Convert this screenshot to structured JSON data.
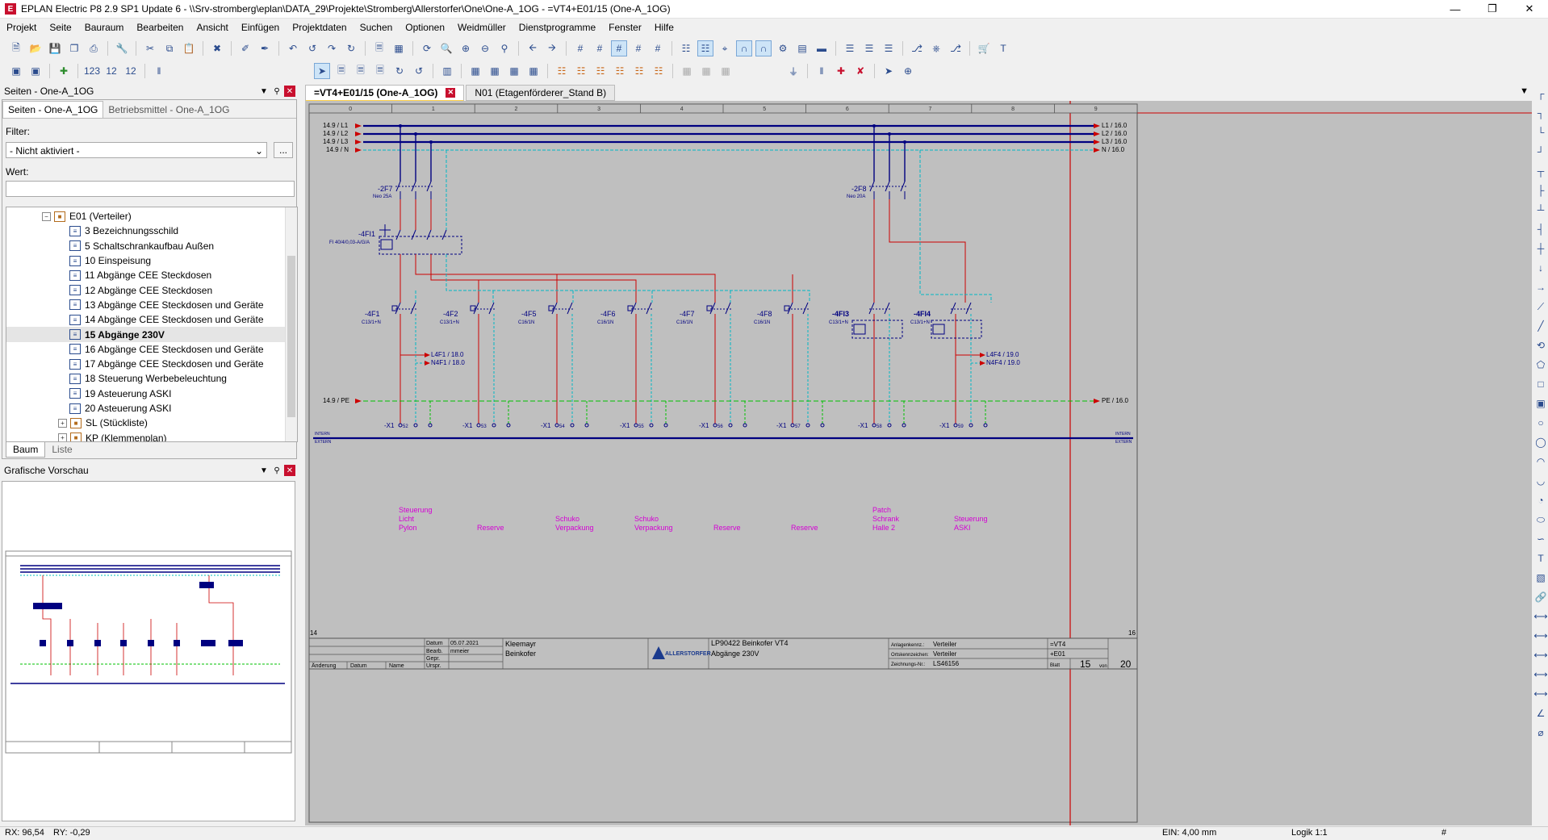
{
  "title": "EPLAN Electric P8 2.9 SP1 Update 6 - \\\\Srv-stromberg\\eplan\\DATA_29\\Projekte\\Stromberg\\Allerstorfer\\One\\One-A_1OG - =VT4+E01/15 (One-A_1OG)",
  "menu": [
    "Projekt",
    "Seite",
    "Bauraum",
    "Bearbeiten",
    "Ansicht",
    "Einfügen",
    "Projektdaten",
    "Suchen",
    "Optionen",
    "Weidmüller",
    "Dienstprogramme",
    "Fenster",
    "Hilfe"
  ],
  "pages_panel": {
    "header": "Seiten - One-A_1OG",
    "tabs": [
      "Seiten - One-A_1OG",
      "Betriebsmittel - One-A_1OG"
    ],
    "filter_label": "Filter:",
    "filter_value": "- Nicht aktiviert -",
    "filter_btn": "...",
    "wert_label": "Wert:",
    "tree": [
      {
        "label": "E01 (Verteiler)",
        "kind": "root"
      },
      {
        "label": "3 Bezeichnungsschild",
        "kind": "page"
      },
      {
        "label": "5 Schaltschrankaufbau Außen",
        "kind": "page"
      },
      {
        "label": "10 Einspeisung",
        "kind": "page"
      },
      {
        "label": "11 Abgänge  CEE Steckdosen",
        "kind": "page"
      },
      {
        "label": "12 Abgänge  CEE Steckdosen",
        "kind": "page"
      },
      {
        "label": "13 Abgänge  CEE Steckdosen und Geräte",
        "kind": "page"
      },
      {
        "label": "14 Abgänge  CEE Steckdosen und Geräte",
        "kind": "page"
      },
      {
        "label": "15 Abgänge 230V",
        "kind": "page",
        "selected": true
      },
      {
        "label": "16 Abgänge  CEE Steckdosen und Geräte",
        "kind": "page"
      },
      {
        "label": "17 Abgänge  CEE Steckdosen und Geräte",
        "kind": "page"
      },
      {
        "label": "18 Steuerung Werbebeleuchtung",
        "kind": "page"
      },
      {
        "label": "19 Asteuerung ASKI",
        "kind": "page"
      },
      {
        "label": "20 Asteuerung ASKI",
        "kind": "page"
      },
      {
        "label": "SL (Stückliste)",
        "kind": "folder"
      },
      {
        "label": "KP (Klemmenplan)",
        "kind": "folder"
      }
    ],
    "bottom_tabs": [
      "Baum",
      "Liste"
    ]
  },
  "preview_panel": {
    "header": "Grafische Vorschau"
  },
  "doc_tabs": [
    {
      "label": "=VT4+E01/15 (One-A_1OG)",
      "active": true
    },
    {
      "label": "N01 (Etagenförderer_Stand B)",
      "active": false
    }
  ],
  "schematic": {
    "columns": [
      "0",
      "1",
      "2",
      "3",
      "4",
      "5",
      "6",
      "7",
      "8",
      "9"
    ],
    "bus_left": [
      "14.9 / L1",
      "14.9 / L2",
      "14.9 / L3",
      "14.9 / N"
    ],
    "bus_right": [
      "L1 / 16.0",
      "L2 / 16.0",
      "L3 / 16.0",
      "N / 16.0"
    ],
    "pe_left": "14.9 / PE",
    "pe_right": "PE / 16.0",
    "breaker_2F7": {
      "tag": "-2F7",
      "spec": "Neo 25A"
    },
    "breaker_2F8": {
      "tag": "-2F8",
      "spec": "Neo 20A"
    },
    "rcd": {
      "tag": "-4FI1",
      "spec": "FI 40/4/0,03-A/G/A"
    },
    "circuits": [
      {
        "tag": "-4F1",
        "spec": "C13/1+N",
        "term": "52",
        "desc": [
          "Steuerung",
          "Licht",
          "Pylon"
        ]
      },
      {
        "tag": "-4F2",
        "spec": "C13/1+N",
        "term": "53",
        "desc": [
          "Reserve"
        ]
      },
      {
        "tag": "-4F5",
        "spec": "C16/1N",
        "term": "54",
        "desc": [
          "Schuko",
          "Verpackung"
        ]
      },
      {
        "tag": "-4F6",
        "spec": "C16/1N",
        "term": "55",
        "desc": [
          "Schuko",
          "Verpackung"
        ]
      },
      {
        "tag": "-4F7",
        "spec": "C16/1N",
        "term": "56",
        "desc": [
          "Reserve"
        ]
      },
      {
        "tag": "-4F8",
        "spec": "C16/1N",
        "term": "57",
        "desc": [
          "Reserve"
        ]
      },
      {
        "tag": "-4FI3",
        "spec": "C13/1+N",
        "term": "58",
        "desc": [
          "Patch",
          "Schrank",
          "Halle 2"
        ]
      },
      {
        "tag": "-4FI4",
        "spec": "C13/1+N",
        "term": "59",
        "desc": [
          "Steuerung",
          "ASKI"
        ]
      }
    ],
    "xrefs_4F1": [
      "L4F1 / 18.0",
      "N4F1 / 18.0"
    ],
    "xrefs_4F4": [
      "L4F4 / 19.0",
      "N4F4 / 19.0"
    ],
    "terminal_strip": "-X1",
    "intern": "INTERN",
    "extern": "EXTERN",
    "page_prev": "14",
    "page_next": "16",
    "titleblock": {
      "datum_label": "Datum",
      "datum": "05.07.2021",
      "bearb_label": "Bearb.",
      "bearb": "mmeier",
      "gepr_label": "Gepr.",
      "urspr_label": "Urspr.",
      "aenderung": "Änderung",
      "datum2": "Datum",
      "name": "Name",
      "customer1": "Kleemayr",
      "customer2": "Beinkofer",
      "logo": "ALLERSTORFER",
      "project": "LP90422 Beinkofer VT4",
      "page_title": "Abgänge  230V",
      "anlage_label": "Anlagenkennz.:",
      "anlage": "Verteiler",
      "ort_label": "Ortskennzeichen:",
      "ort": "Verteiler",
      "zeich_label": "Zeichnungs-Nr.:",
      "zeich": "LS46156",
      "code1": "=VT4",
      "code2": "+E01",
      "blatt_label": "Blatt",
      "blatt": "15",
      "von_label": "von",
      "total": "20"
    }
  },
  "status": {
    "rx": "RX: 96,54",
    "ry": "RY: -0,29",
    "ein": "EIN: 4,00 mm",
    "logik": "Logik 1:1",
    "hash": "#"
  }
}
